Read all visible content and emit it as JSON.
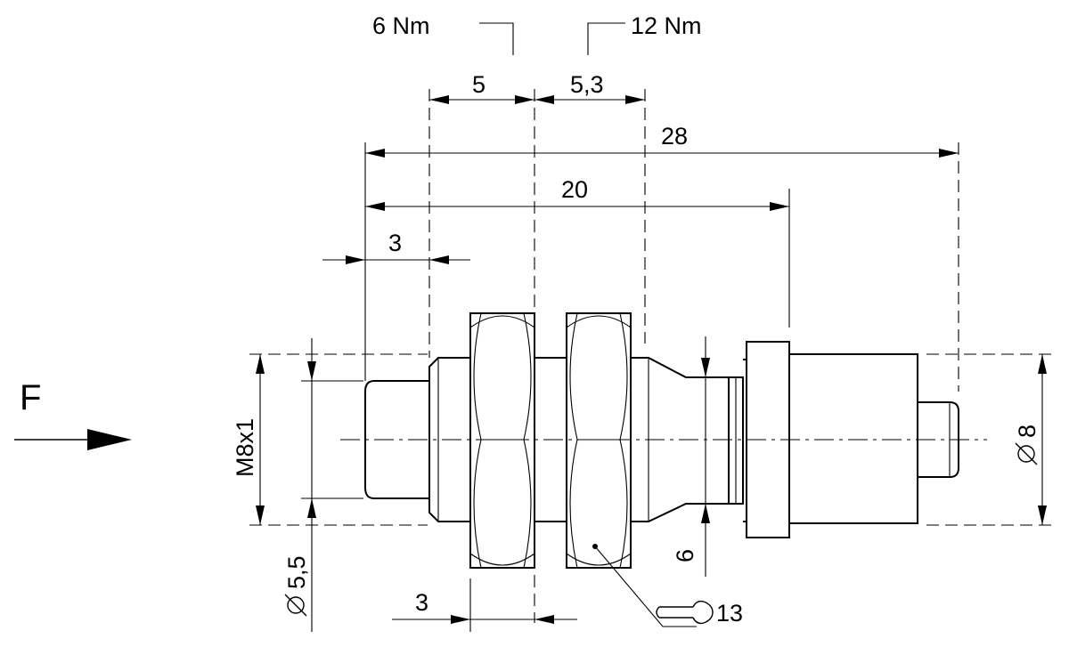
{
  "labels": {
    "force": "F",
    "torque_left": "6 Nm",
    "torque_right": "12 Nm",
    "dim_5": "5",
    "dim_5_3": "5,3",
    "dim_28": "28",
    "dim_20": "20",
    "dim_3_top": "3",
    "dim_3_bottom": "3",
    "thread": "M8x1",
    "dia_5_5": "5,5",
    "dia_8": "8",
    "dim_6": "6",
    "wrench_size": "13"
  },
  "icons": {
    "diameter": "diameter-symbol-icon",
    "wrench": "wrench-icon",
    "force_arrow": "arrow-right-icon"
  }
}
